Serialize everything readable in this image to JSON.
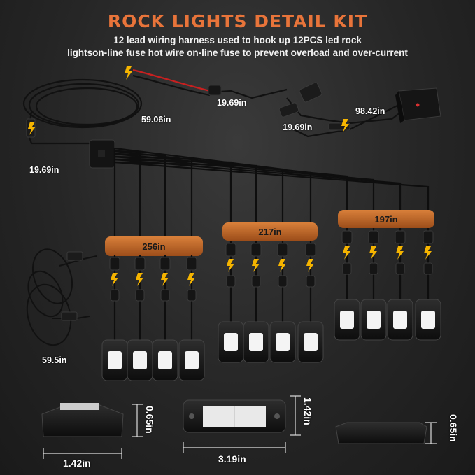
{
  "title": "ROCK LIGHTS DETAIL KIT",
  "subtitle_line1": "12 lead wiring harness used to hook up 12PCS led rock",
  "subtitle_line2": "lightson-line fuse  hot wire on-line fuse to prevent overload and over-current",
  "labels": {
    "harness_top": "19.69in",
    "harness_loop": "59.06in",
    "switch_cable": "98.42in",
    "fuse_cable": "19.69in",
    "hub_lead": "19.69in",
    "group_left": "256in",
    "group_mid": "217in",
    "group_right": "197in",
    "extension": "59.5in",
    "light_width": "1.42in",
    "light_height": "0.65in",
    "front_length": "3.19in",
    "front_height": "1.42in",
    "side_height": "0.65in"
  },
  "colors": {
    "accent": "#e8743a",
    "band": "#c96a2a",
    "bolt": "#f5b400",
    "background": "#262626"
  },
  "icons": [
    "lightning-bolt-icon",
    "rock-light-icon",
    "connector-icon",
    "switch-box-icon",
    "hub-icon"
  ]
}
